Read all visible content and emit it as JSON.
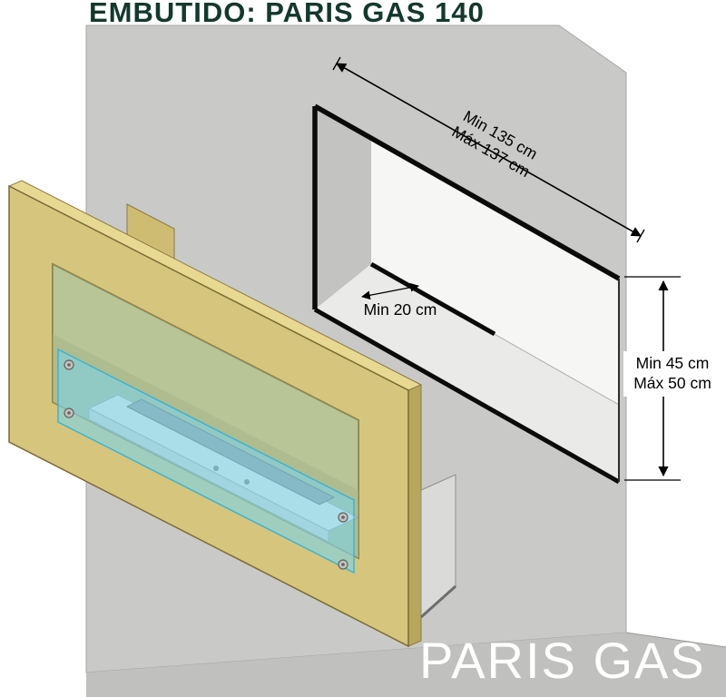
{
  "title": "EMBUTIDO: PARIS GAS 140",
  "product_name": "PARIS GAS",
  "dimensions": {
    "width": {
      "line1": "Min 135 cm",
      "line2": "Máx 137 cm"
    },
    "depth": {
      "label": "Min 20 cm"
    },
    "height": {
      "line1": "Min 45 cm",
      "line2": "Máx 50 cm"
    }
  },
  "colors": {
    "title_text": "#14382e",
    "product_text": "#ffffff",
    "wall": "#c9c9c7",
    "floor": "#c0c0be",
    "niche_back": "#f6f6f4",
    "niche_jamb": "#c3c3c1",
    "niche_floor": "#eaeae8",
    "frame_front": "#d6c57c",
    "frame_top": "#e8d992",
    "frame_side": "#b7a75c",
    "glass": "#7fd4e6",
    "dimension_text": "#000000"
  }
}
